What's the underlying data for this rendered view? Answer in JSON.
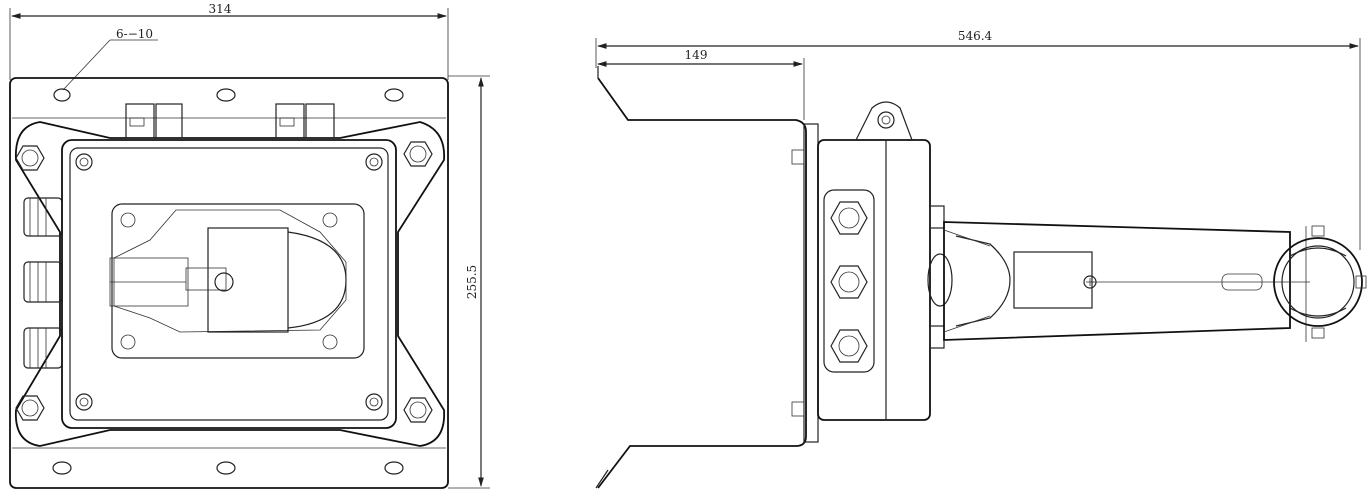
{
  "front_view": {
    "width_dimension": "314",
    "height_dimension": "255.5",
    "hole_callout": "6-−10"
  },
  "side_view": {
    "overall_length_dimension": "546.4",
    "bracket_offset_dimension": "149"
  }
}
